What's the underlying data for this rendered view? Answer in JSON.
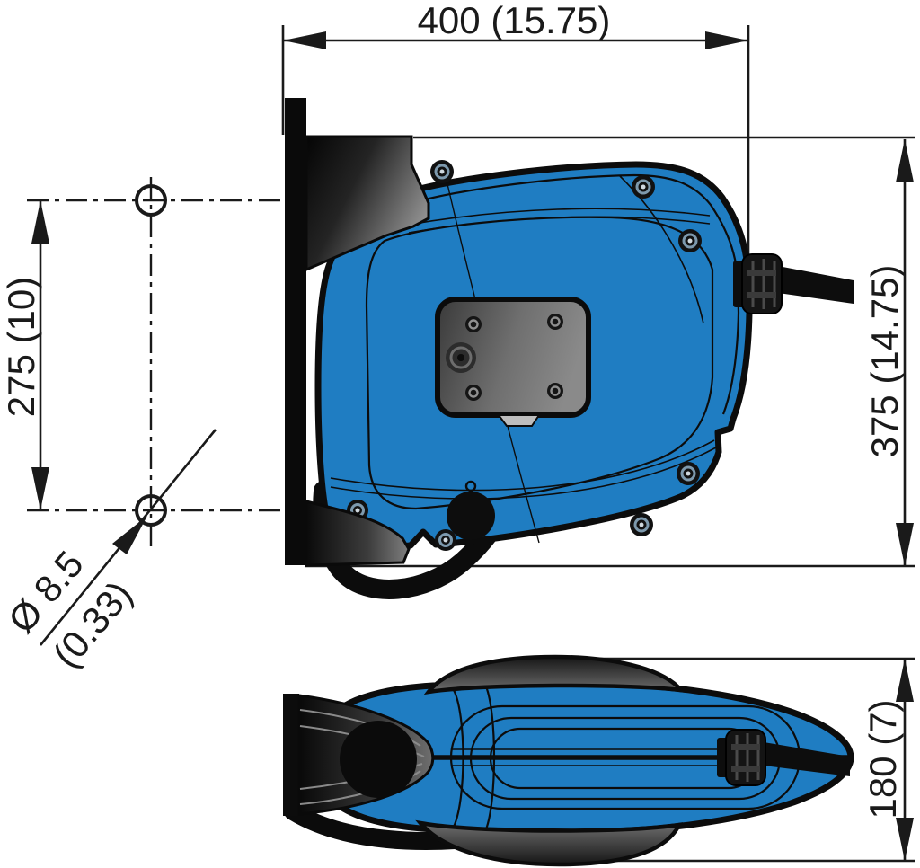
{
  "drawing": {
    "kind": "dimensional technical drawing",
    "subject": "wall-mounted hose reel, side view and bottom view"
  },
  "dimensions": {
    "width": "400 (15.75)",
    "mount_spacing": "275 (10)",
    "height": "375 (14.75)",
    "depth": "180 (7)",
    "hole_dia_mm": "Ø 8.5",
    "hole_dia_in": "(0.33)"
  },
  "colors": {
    "body_blue": "#1f7dc2",
    "outline_black": "#0c0c0c",
    "dimension_ink": "#1a1a1a"
  }
}
